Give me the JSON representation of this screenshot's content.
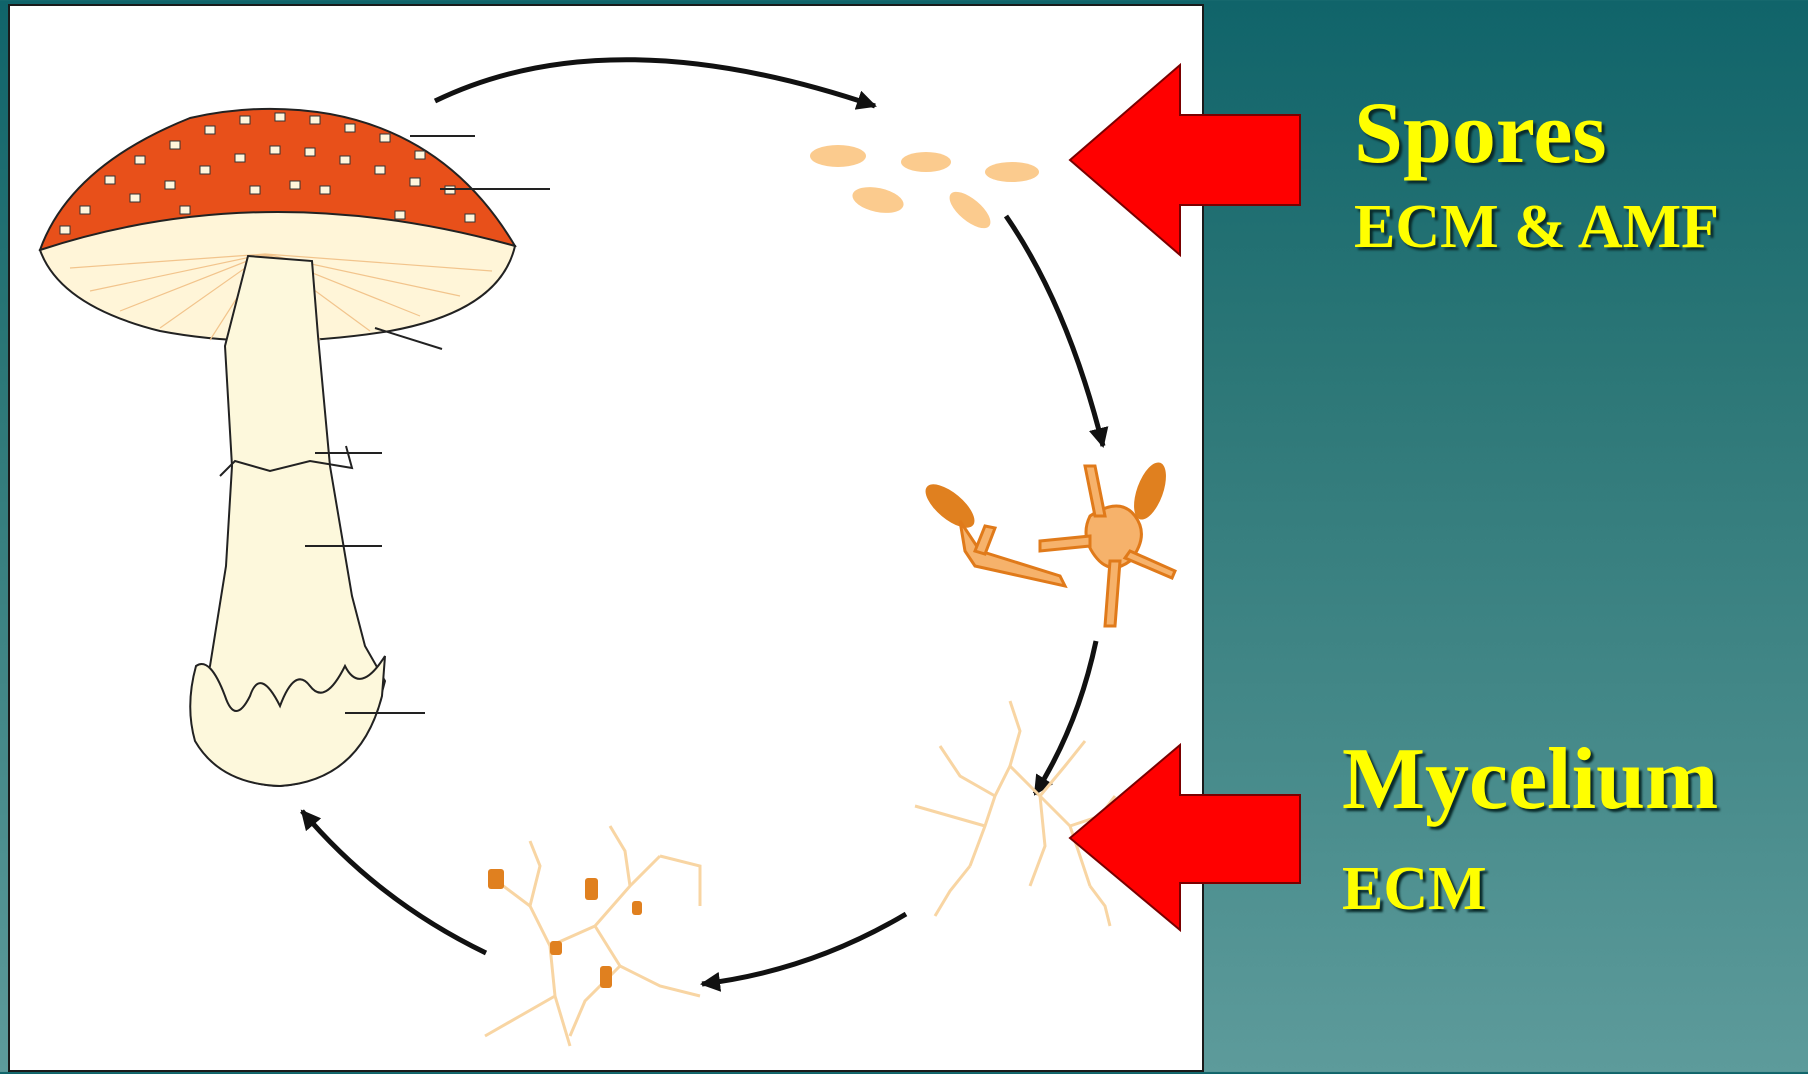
{
  "labels": {
    "spores_title": "Spores",
    "spores_sub": "ECM & AMF",
    "mycelium_title": "Mycelium",
    "mycelium_sub": "ECM"
  },
  "colors": {
    "background_top": "#10646a",
    "background_bottom": "#5d9b9b",
    "label_text": "#ffff00",
    "pointer_arrow": "#ff0000",
    "mushroom_cap": "#e8501a",
    "gills": "#fff5d8",
    "stalk": "#fdf8dc",
    "spore": "#fbcb8e",
    "hyphae": "#f8d5a3",
    "germinating_spore": "#f19a3a",
    "cycle_arrow": "#111111"
  },
  "icons": [
    "mushroom-fruiting-body-icon",
    "spores-icon",
    "germinating-spores-icon",
    "mycelium-icon",
    "mycelium-with-knots-icon",
    "cycle-arrow-icon",
    "pointer-arrow-icon"
  ]
}
